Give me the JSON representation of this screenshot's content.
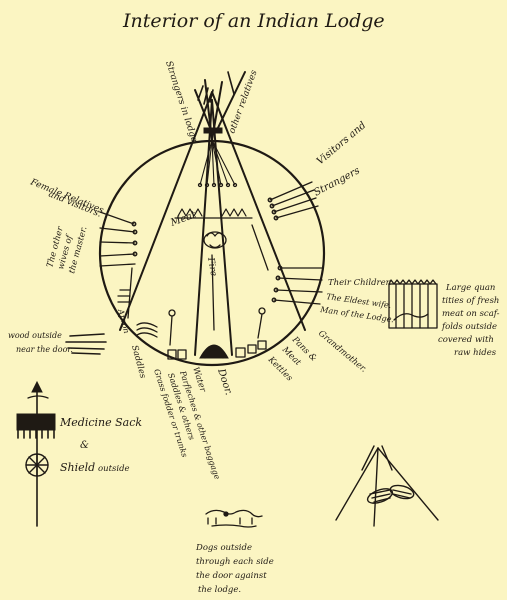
{
  "title": "Interior of an Indian Lodge",
  "colors": {
    "paper": "#fbf5c2",
    "ink": "#1f1a14"
  },
  "lodge_labels": {
    "strangers_in_lodge": "Strangers in lodge",
    "other_relatives": "other relatives",
    "visitors": "Visitors and",
    "strangers": "Strangers",
    "female_relatives_1": "Female Relatives",
    "female_relatives_2": "and visitors.",
    "wives_1": "The other",
    "wives_2": "wives of",
    "wives_3": "the master.",
    "meat": "Meat",
    "fire": "Fire",
    "their_children": "Their Children",
    "eldest_wife": "The Eldest wife.",
    "man_of_lodge": "Man of the Lodge.",
    "grandmother": "Grandmother.",
    "pans_1": "Pans &",
    "pans_2": "Kettles",
    "meat_low": "Meat",
    "door": "Door.",
    "water": "Water",
    "parfleche": "Parfleches & other baggage",
    "saddles": "Saddles & others",
    "grass_bundles": "Grass fodder or trunks",
    "saddle": "Saddles",
    "apron": "Apron",
    "wood_1": "wood outside",
    "wood_2": "near the door."
  },
  "scaffold_labels": {
    "line1": "Large quan",
    "line2": "tities of fresh",
    "line3": "meat on scaf-",
    "line4": "folds outside",
    "line5": "covered with",
    "line6": "raw hides"
  },
  "medicine": {
    "sack": "Medicine Sack",
    "amp": "&",
    "shield": "Shield",
    "outside": "outside"
  },
  "dogs": {
    "line1": "Dogs outside",
    "line2": "through each side",
    "line3": "the door against",
    "line4": "the lodge."
  },
  "icons": [
    "lodge-circle",
    "lodge-poles",
    "scaffold",
    "medicine-pole",
    "shield-icon",
    "tripod",
    "dogs"
  ]
}
